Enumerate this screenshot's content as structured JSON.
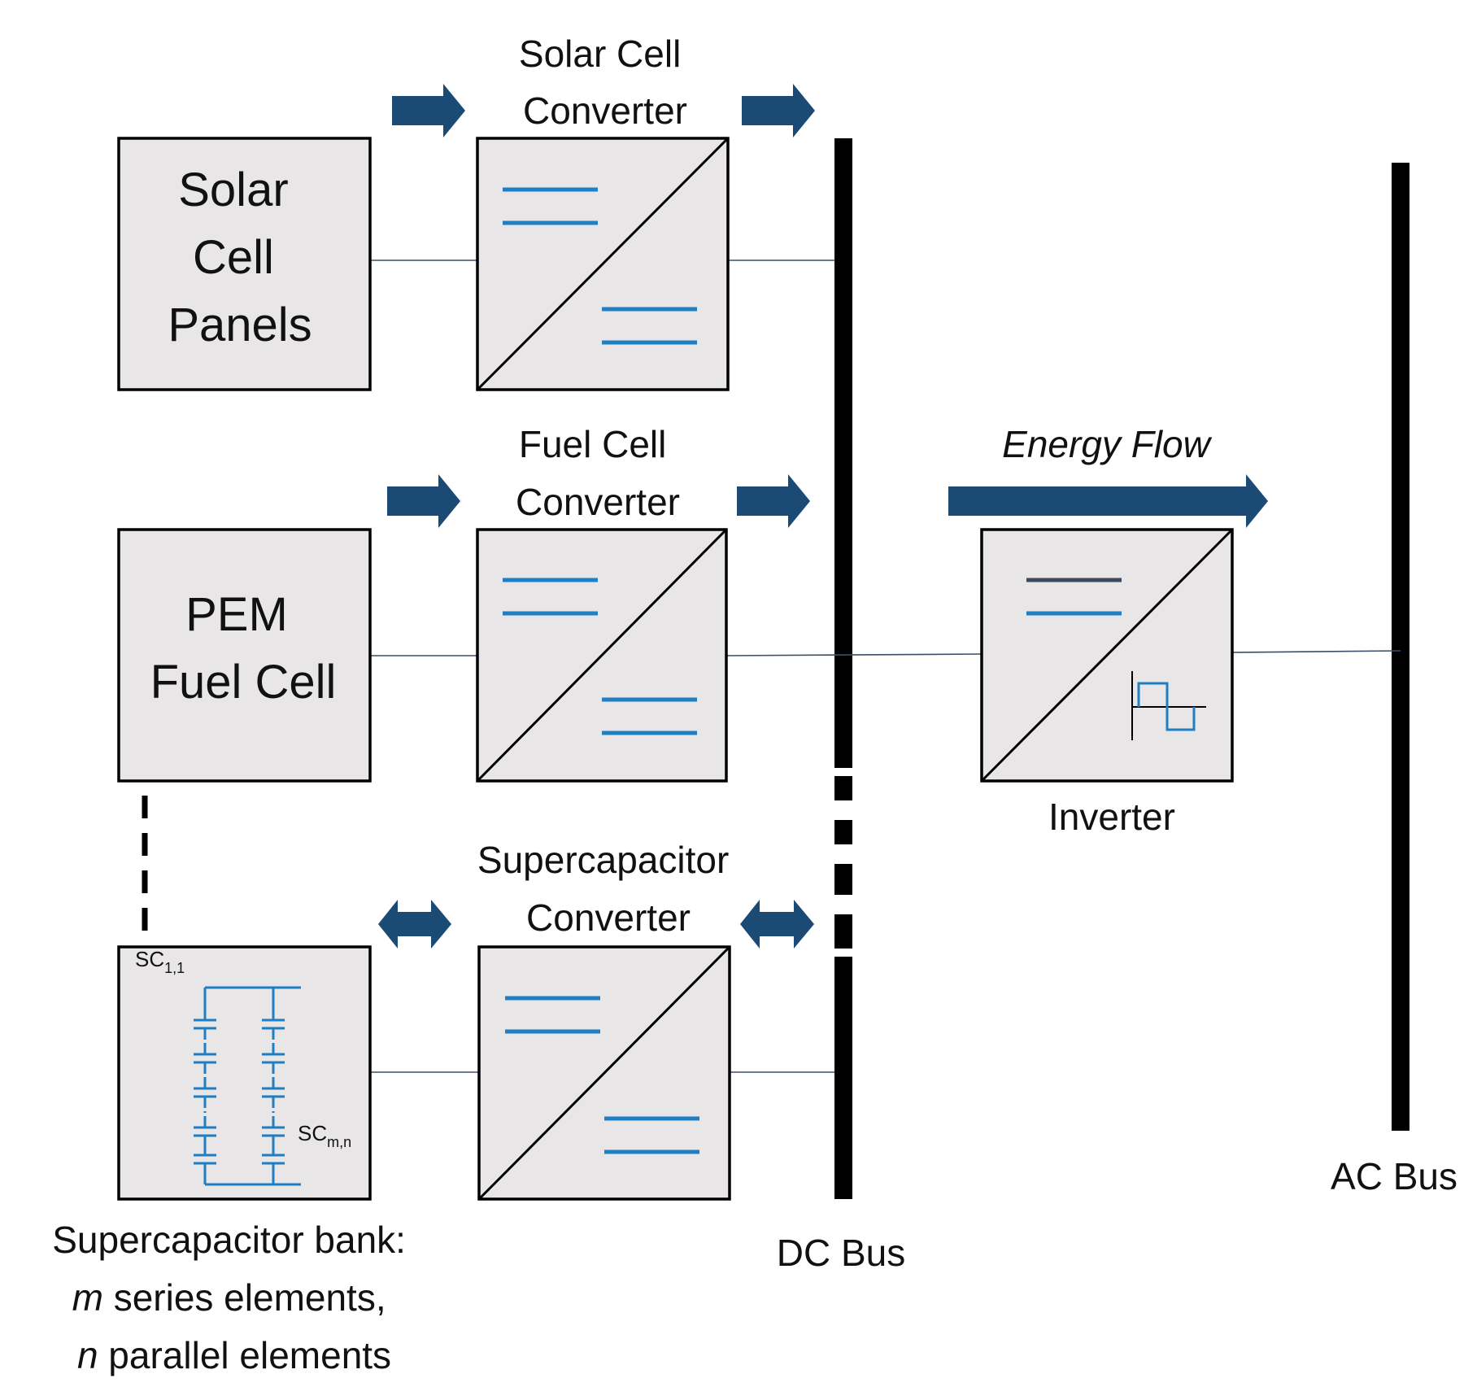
{
  "blocks": {
    "solar_panels": [
      "Solar",
      "Cell",
      "Panels"
    ],
    "pem_fuel_cell": [
      "PEM",
      "Fuel Cell"
    ]
  },
  "converters": {
    "solar": [
      "Solar Cell",
      "Converter"
    ],
    "fuel": [
      "Fuel Cell",
      "Converter"
    ],
    "supercap": [
      "Supercapacitor",
      "Converter"
    ]
  },
  "inverter": {
    "label": "Inverter",
    "flow_label": "Energy Flow"
  },
  "buses": {
    "dc": "DC Bus",
    "ac": "AC Bus"
  },
  "supercap_bank": {
    "cell_first": "SC",
    "cell_first_sub": "1,1",
    "cell_last": "SC",
    "cell_last_sub": "m,n",
    "caption_line1": "Supercapacitor bank:",
    "caption_line2_var": "m",
    "caption_line2_rest": " series elements,",
    "caption_line3_var": "n",
    "caption_line3_rest": " parallel elements"
  },
  "colors": {
    "arrow": "#1b4a75",
    "dc_symbol": "#1f7fc2",
    "box_fill": "#e8e6e7"
  }
}
